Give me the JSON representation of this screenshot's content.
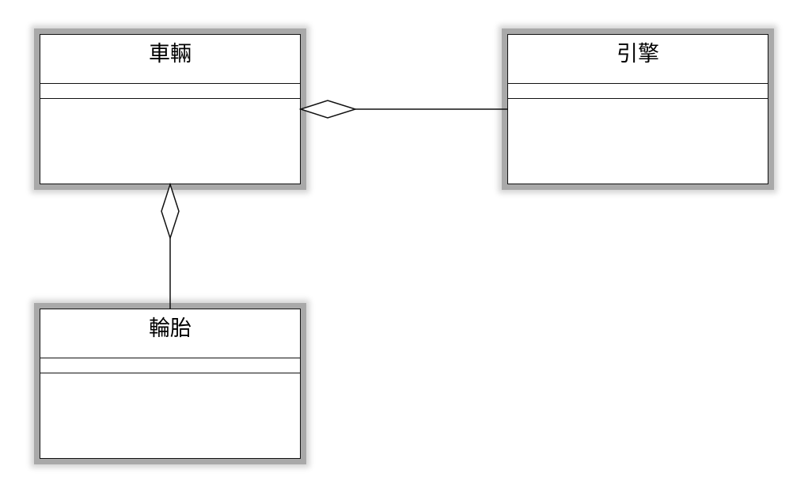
{
  "diagram": {
    "classes": [
      {
        "id": "vehicle",
        "name": "車輛"
      },
      {
        "id": "engine",
        "name": "引擎"
      },
      {
        "id": "tire",
        "name": "輪胎"
      }
    ],
    "relationships": [
      {
        "type": "aggregation",
        "whole": "車輛",
        "part": "引擎"
      },
      {
        "type": "aggregation",
        "whole": "車輛",
        "part": "輪胎"
      }
    ]
  }
}
